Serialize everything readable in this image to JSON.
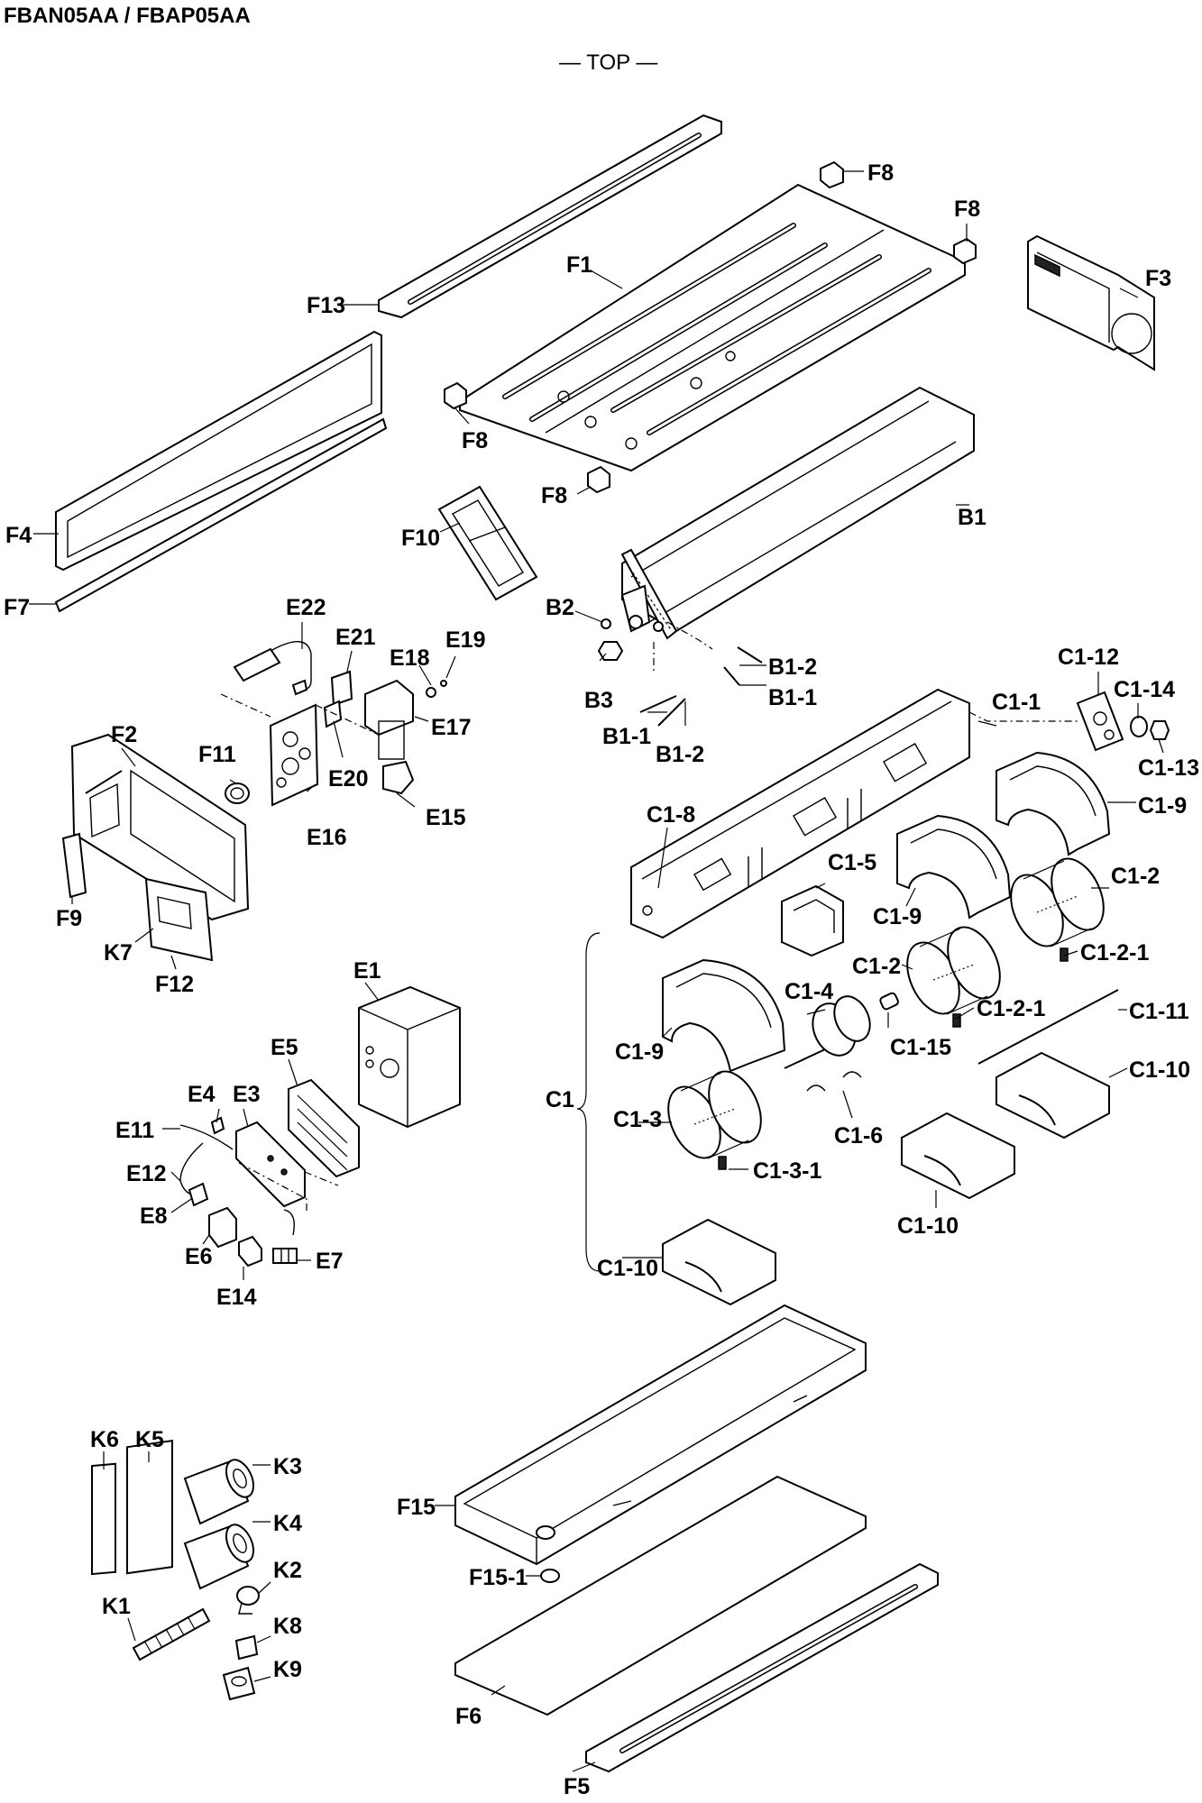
{
  "header": {
    "title": "FBAN05AA / FBAP05AA"
  },
  "view": {
    "label": "— TOP —"
  },
  "callouts": {
    "F8a": "F8",
    "F8b": "F8",
    "F8c": "F8",
    "F8d": "F8",
    "F1": "F1",
    "F3": "F3",
    "F13": "F13",
    "F4": "F4",
    "F7": "F7",
    "F10": "F10",
    "B1": "B1",
    "B2": "B2",
    "B3": "B3",
    "B1-1a": "B1-1",
    "B1-1b": "B1-1",
    "B1-2a": "B1-2",
    "B1-2b": "B1-2",
    "E22": "E22",
    "E21": "E21",
    "E18": "E18",
    "E19": "E19",
    "E17": "E17",
    "E20": "E20",
    "E16": "E16",
    "E15": "E15",
    "F2": "F2",
    "F11": "F11",
    "F9": "F9",
    "K7": "K7",
    "F12": "F12",
    "C1-12": "C1-12",
    "C1-14": "C1-14",
    "C1-1": "C1-1",
    "C1-13": "C1-13",
    "C1-9a": "C1-9",
    "C1-9b": "C1-9",
    "C1-9c": "C1-9",
    "C1-8": "C1-8",
    "C1-5": "C1-5",
    "C1-2a": "C1-2",
    "C1-2b": "C1-2",
    "C1-2-1a": "C1-2-1",
    "C1-2-1b": "C1-2-1",
    "C1-4": "C1-4",
    "C1-15": "C1-15",
    "C1-11": "C1-11",
    "C1-10a": "C1-10",
    "C1-10b": "C1-10",
    "C1-10c": "C1-10",
    "C1-3": "C1-3",
    "C1-3-1": "C1-3-1",
    "C1-6": "C1-6",
    "C1": "C1",
    "E1": "E1",
    "E5": "E5",
    "E4": "E4",
    "E3": "E3",
    "E11": "E11",
    "E12": "E12",
    "E8": "E8",
    "E6": "E6",
    "E14": "E14",
    "E7": "E7",
    "K6": "K6",
    "K5": "K5",
    "K3": "K3",
    "K4": "K4",
    "K2": "K2",
    "K1": "K1",
    "K8": "K8",
    "K9": "K9",
    "F15": "F15",
    "F15-1": "F15-1",
    "F6": "F6",
    "F5": "F5"
  }
}
